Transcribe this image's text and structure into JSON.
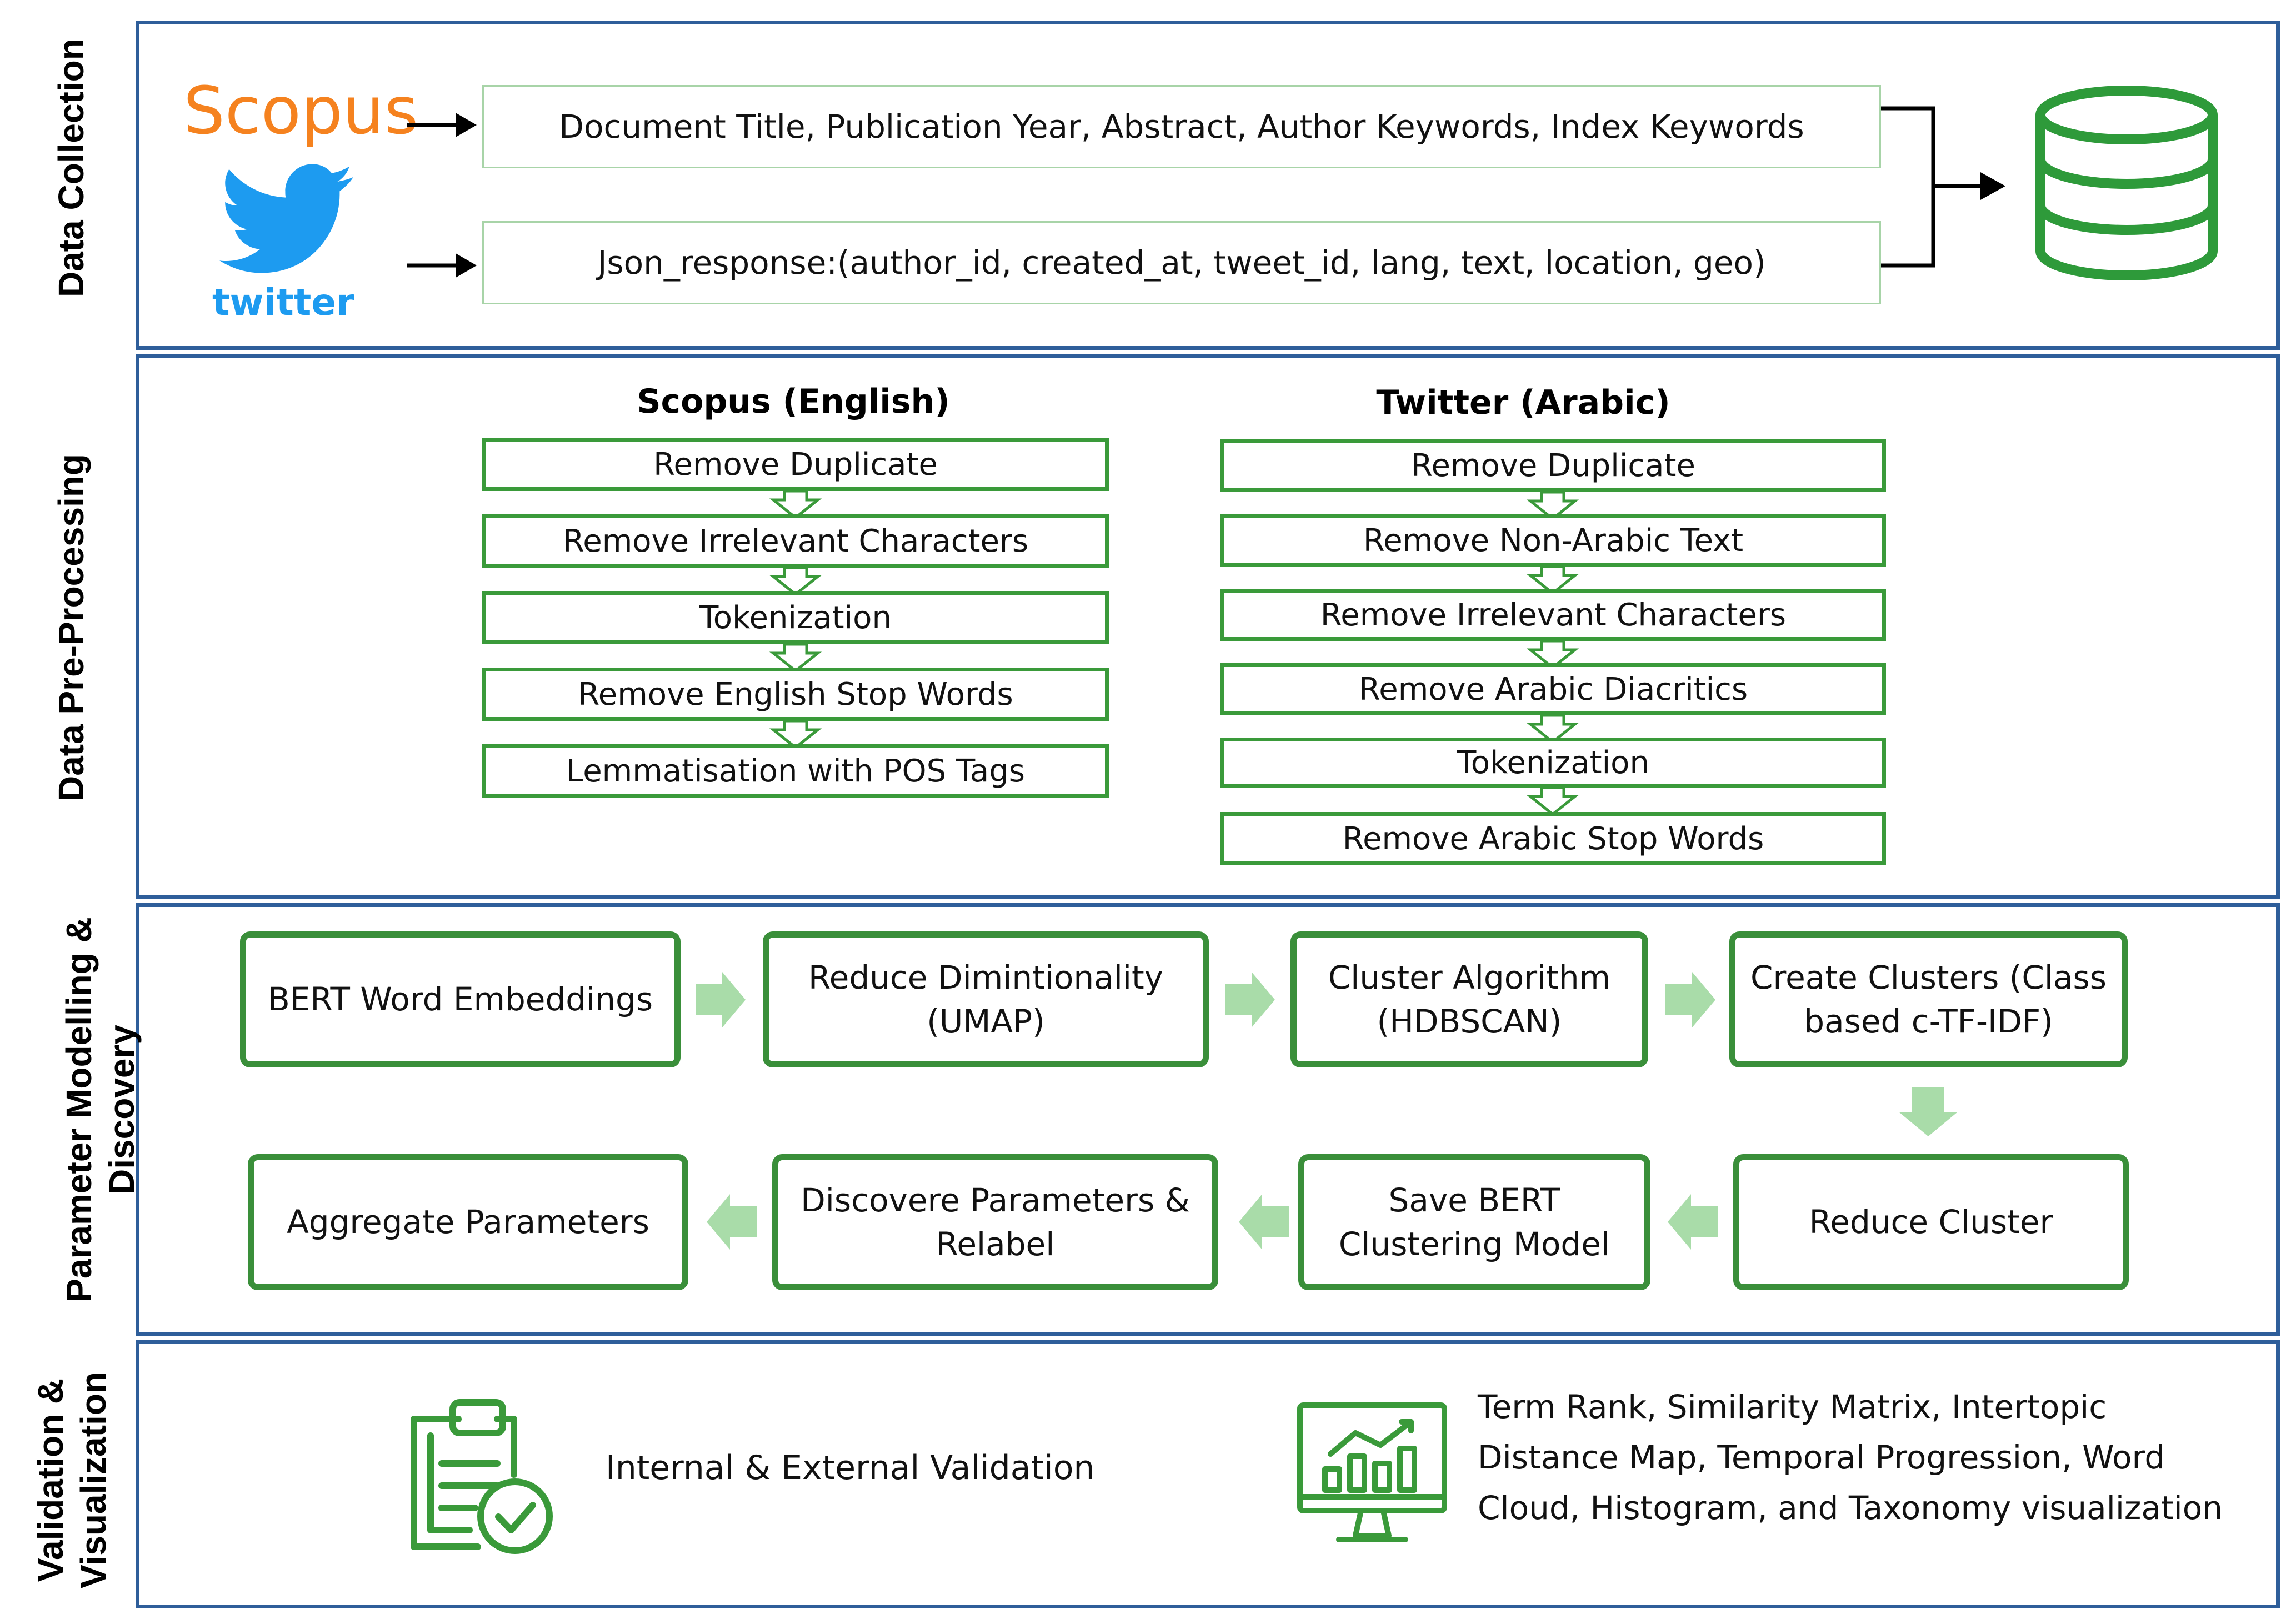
{
  "sections": {
    "collection": "Data Collection",
    "preprocessing": "Data Pre-Processing",
    "modelling_1": "Parameter Modelling &",
    "modelling_2": "Discovery",
    "validation_1": "Validation &",
    "validation_2": "Visualization"
  },
  "collection": {
    "scopus_logo": "Scopus",
    "twitter_logo": "twitter",
    "scopus_fields": "Document Title, Publication Year, Abstract, Author Keywords, Index Keywords",
    "twitter_fields": "Json_response:(author_id, created_at, tweet_id, lang, text, location, geo)"
  },
  "preprocessing": {
    "scopus_title": "Scopus (English)",
    "scopus_steps": [
      "Remove Duplicate",
      "Remove Irrelevant Characters",
      "Tokenization",
      "Remove English Stop Words",
      "Lemmatisation with POS Tags"
    ],
    "twitter_title": "Twitter (Arabic)",
    "twitter_steps": [
      "Remove Duplicate",
      "Remove Non-Arabic Text",
      "Remove Irrelevant Characters",
      "Remove Arabic Diacritics",
      "Tokenization",
      "Remove Arabic Stop Words"
    ]
  },
  "modelling": {
    "b1": "BERT Word Embeddings",
    "b2_l1": "Reduce Dimintionality",
    "b2_l2": "(UMAP)",
    "b3_l1": "Cluster Algorithm",
    "b3_l2": "(HDBSCAN)",
    "b4_l1": "Create Clusters (Class",
    "b4_l2": "based c-TF-IDF)",
    "b5": "Reduce Cluster",
    "b6_l1": "Save BERT",
    "b6_l2": "Clustering Model",
    "b7_l1": "Discovere Parameters &",
    "b7_l2": "Relabel",
    "b8": "Aggregate Parameters"
  },
  "validation": {
    "validation_text": "Internal & External Validation",
    "viz_l1": "Term Rank, Similarity Matrix, Intertopic",
    "viz_l2": "Distance Map, Temporal Progression, Word",
    "viz_l3": "Cloud, Histogram, and Taxonomy visualization"
  },
  "colors": {
    "panel_border": "#2e5e9a",
    "green": "#3a9a3a",
    "scopus_orange": "#f5821f",
    "twitter_blue": "#1d9bf0"
  },
  "icons": [
    "database-icon",
    "twitter-bird-icon",
    "clipboard-check-icon",
    "monitor-chart-icon"
  ]
}
